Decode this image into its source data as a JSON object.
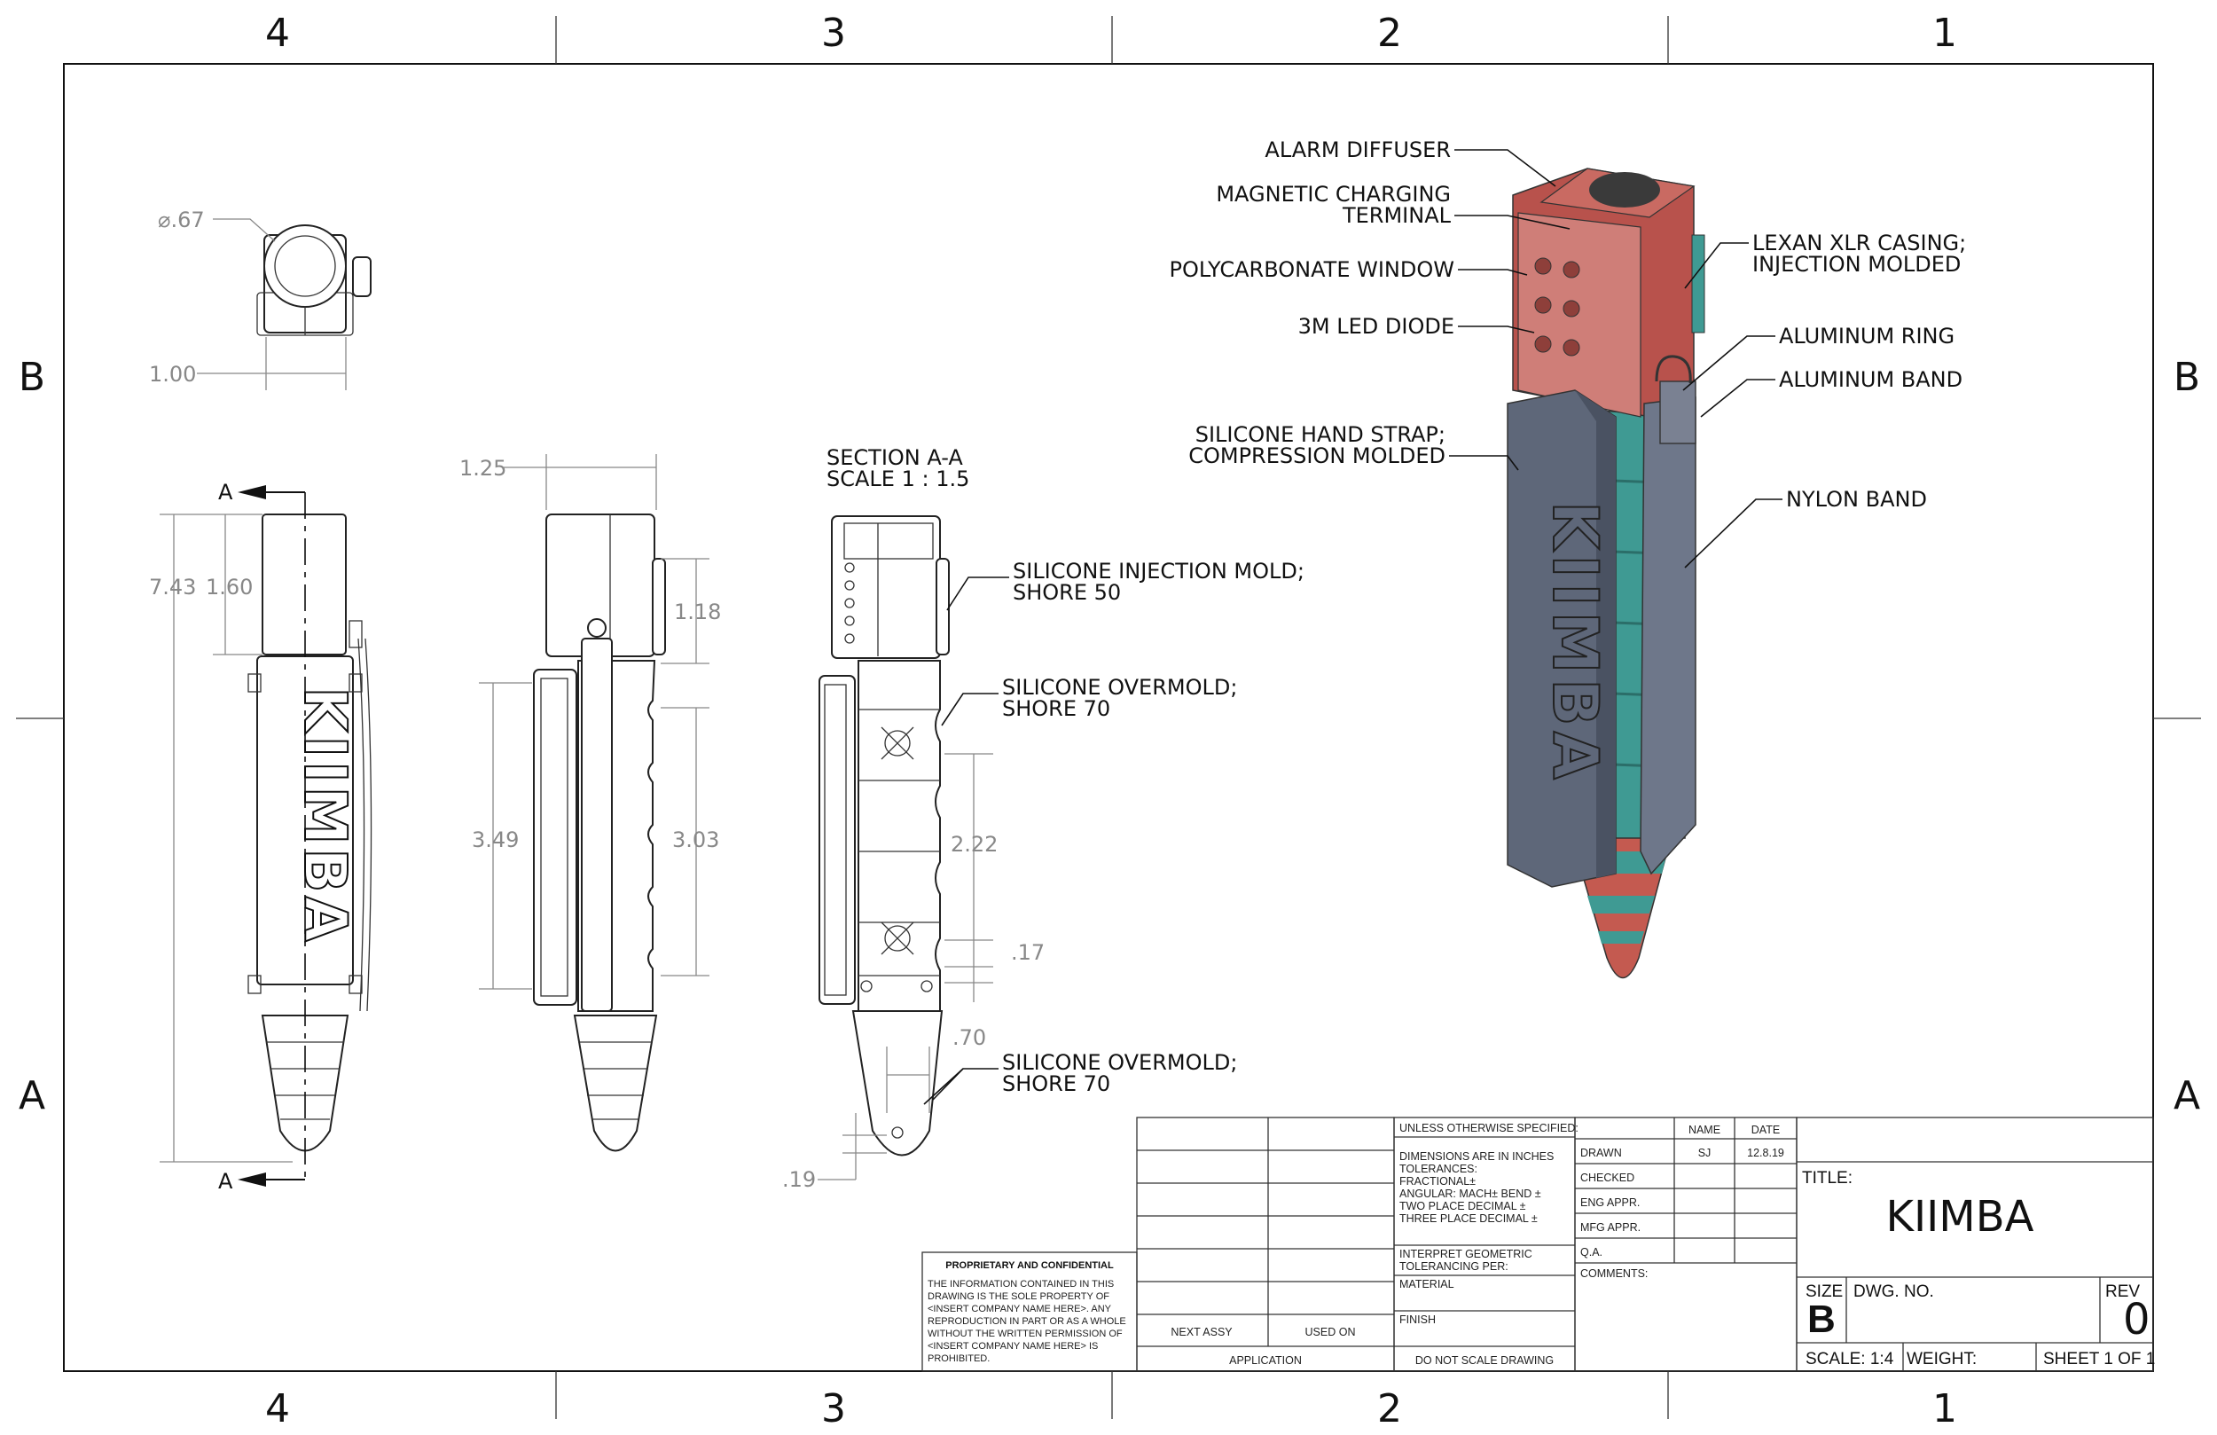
{
  "sheet": {
    "zones_columns": [
      "4",
      "3",
      "2",
      "1"
    ],
    "zones_rows": [
      "B",
      "A"
    ]
  },
  "top_view": {
    "diameter_dim": "⌀.67",
    "width_dim": "1.00"
  },
  "front_view": {
    "section_mark": "A",
    "length_dim": "7.43",
    "head_dim": "1.60",
    "logo": "KIIMBA"
  },
  "side_view": {
    "width_dim": "1.25",
    "head_dim": "1.18",
    "grip_dim": "3.49",
    "body_dim": "3.03"
  },
  "section_view": {
    "title": "SECTION A-A",
    "scale": "SCALE 1 : 1.5",
    "dim_222": "2.22",
    "dim_17": ".17",
    "dim_70": ".70",
    "dim_19": ".19",
    "callouts": [
      {
        "line1": "SILICONE INJECTION MOLD;",
        "line2": "SHORE 50"
      },
      {
        "line1": "SILICONE OVERMOLD;",
        "line2": "SHORE 70"
      },
      {
        "line1": "SILICONE OVERMOLD;",
        "line2": "SHORE 70"
      }
    ]
  },
  "iso_callouts": {
    "left": [
      {
        "line1": "ALARM DIFFUSER",
        "line2": ""
      },
      {
        "line1": "MAGNETIC CHARGING",
        "line2": "TERMINAL"
      },
      {
        "line1": "POLYCARBONATE WINDOW",
        "line2": ""
      },
      {
        "line1": "3M LED DIODE",
        "line2": ""
      },
      {
        "line1": "SILICONE HAND STRAP;",
        "line2": "COMPRESSION MOLDED"
      }
    ],
    "right": [
      {
        "line1": "LEXAN XLR CASING;",
        "line2": "INJECTION MOLDED"
      },
      {
        "line1": "ALUMINUM RING",
        "line2": ""
      },
      {
        "line1": "ALUMINUM BAND",
        "line2": ""
      },
      {
        "line1": "NYLON BAND",
        "line2": ""
      }
    ]
  },
  "colors": {
    "casing_red": "#b8524c",
    "body_teal": "#3f9a93",
    "strap_gray": "#5e6779",
    "tip_red": "#c45a50"
  },
  "title_block": {
    "proprietary_title": "PROPRIETARY AND CONFIDENTIAL",
    "proprietary_lines": [
      "THE INFORMATION CONTAINED IN THIS",
      "DRAWING IS THE SOLE PROPERTY OF",
      "<INSERT COMPANY NAME HERE>.  ANY",
      "REPRODUCTION IN PART OR AS A WHOLE",
      "WITHOUT THE WRITTEN PERMISSION OF",
      "<INSERT COMPANY NAME HERE> IS",
      "PROHIBITED."
    ],
    "next_assy": "NEXT ASSY",
    "used_on": "USED ON",
    "application": "APPLICATION",
    "unless_specified": "UNLESS OTHERWISE SPECIFIED:",
    "tolerance_lines": [
      "DIMENSIONS ARE IN INCHES",
      "TOLERANCES:",
      "FRACTIONAL±",
      "ANGULAR: MACH±    BEND ±",
      "TWO PLACE DECIMAL    ±",
      "THREE PLACE DECIMAL  ±"
    ],
    "interpret_lines": [
      "INTERPRET GEOMETRIC",
      "TOLERANCING PER:"
    ],
    "material": "MATERIAL",
    "finish": "FINISH",
    "do_not_scale": "DO NOT SCALE DRAWING",
    "name_header": "NAME",
    "date_header": "DATE",
    "rows": [
      {
        "label": "DRAWN",
        "name": "SJ",
        "date": "12.8.19"
      },
      {
        "label": "CHECKED",
        "name": "",
        "date": ""
      },
      {
        "label": "ENG APPR.",
        "name": "",
        "date": ""
      },
      {
        "label": "MFG APPR.",
        "name": "",
        "date": ""
      },
      {
        "label": "Q.A.",
        "name": "",
        "date": ""
      }
    ],
    "comments": "COMMENTS:",
    "title_label": "TITLE:",
    "title": "KIIMBA",
    "size_label": "SIZE",
    "size": "B",
    "dwg_no_label": "DWG.  NO.",
    "rev_label": "REV",
    "rev": "0",
    "scale": "SCALE: 1:4",
    "weight": "WEIGHT:",
    "sheet": "SHEET 1 OF 1"
  }
}
